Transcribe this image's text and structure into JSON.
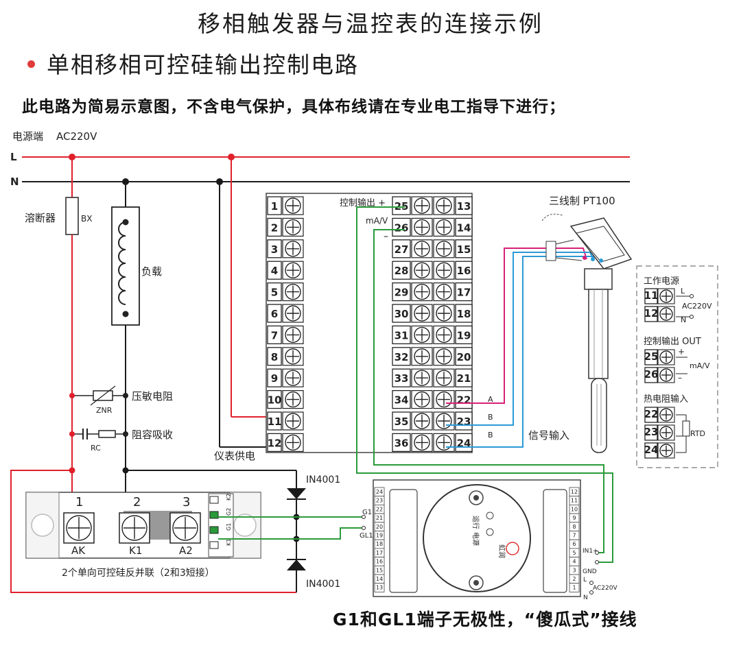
{
  "title": "移相触发器与温控表的连接示例",
  "subtitle": "单相移相可控硅输出控制电路",
  "note": "此电路为简易示意图，不含电气保护，具体布线请在专业电工指导下进行；",
  "footer": "G1和GL1端子无极性，“傻瓜式”接线",
  "power": {
    "label": "电源端",
    "voltage": "AC220V",
    "line_l": "L",
    "line_n": "N"
  },
  "components": {
    "fuse": "溶断器",
    "fuse_code": "BX",
    "load": "负载",
    "varistor": "压敏电阻",
    "varistor_code": "ZNR",
    "snubber": "阻容吸收",
    "snubber_code": "RC",
    "meter_power": "仪表供电",
    "diode_top": "IN4001",
    "diode_bottom": "IN4001"
  },
  "scr": {
    "terminals": [
      "1",
      "2",
      "3"
    ],
    "terminal_labels": [
      "AK",
      "K1",
      "A2"
    ],
    "side_labels": [
      "K2",
      "G2",
      "G1",
      "K1"
    ],
    "caption": "2个单向可控硅反并联（2和3短接）"
  },
  "meter": {
    "left_terminals": [
      "1",
      "2",
      "3",
      "4",
      "5",
      "6",
      "7",
      "8",
      "9",
      "10",
      "11",
      "12"
    ],
    "mid_terminals": [
      "25",
      "26",
      "27",
      "28",
      "29",
      "30",
      "31",
      "32",
      "33",
      "34",
      "35",
      "36"
    ],
    "right_terminals": [
      "13",
      "14",
      "15",
      "16",
      "17",
      "18",
      "19",
      "20",
      "21",
      "22",
      "23",
      "24"
    ],
    "control_out_label": "控制输出 +",
    "ma_v": "mA/V",
    "minus": "–",
    "rtd_wires": [
      "A",
      "B",
      "B"
    ],
    "signal_input": "信号输入"
  },
  "sensor": {
    "label": "三线制 PT100"
  },
  "trigger": {
    "left_pins": [
      "24",
      "23",
      "22",
      "21",
      "20",
      "19",
      "18",
      "17",
      "16",
      "15",
      "14",
      "13"
    ],
    "right_pins": [
      "12",
      "11",
      "10",
      "9",
      "8",
      "7",
      "6",
      "5",
      "4",
      "3",
      "2",
      "1"
    ],
    "g1": "G1",
    "gl1": "GL1",
    "in1": "IN1+",
    "gnd": "GND",
    "power_l": "L",
    "power_n": "N",
    "power_v": "AC220V",
    "led1": "运行",
    "led2": "电源",
    "brand": "虹润"
  },
  "legend": {
    "power_title": "工作电源",
    "power_pins": [
      "11",
      "12"
    ],
    "power_l": "L",
    "power_n": "N",
    "power_v": "AC220V",
    "out_title": "控制输出 OUT",
    "out_pins": [
      "25",
      "26"
    ],
    "out_plus": "+",
    "out_minus": "–",
    "out_ma": "mA/V",
    "rtd_title": "热电阻输入",
    "rtd_pins": [
      "22",
      "23",
      "24"
    ],
    "rtd": "RTD"
  },
  "colors": {
    "live": "#e0202a",
    "neutral": "#1a1a1a",
    "signal_green": "#2a9a3a",
    "rtd_magenta": "#d6207a",
    "rtd_blue": "#2a9ad6"
  }
}
